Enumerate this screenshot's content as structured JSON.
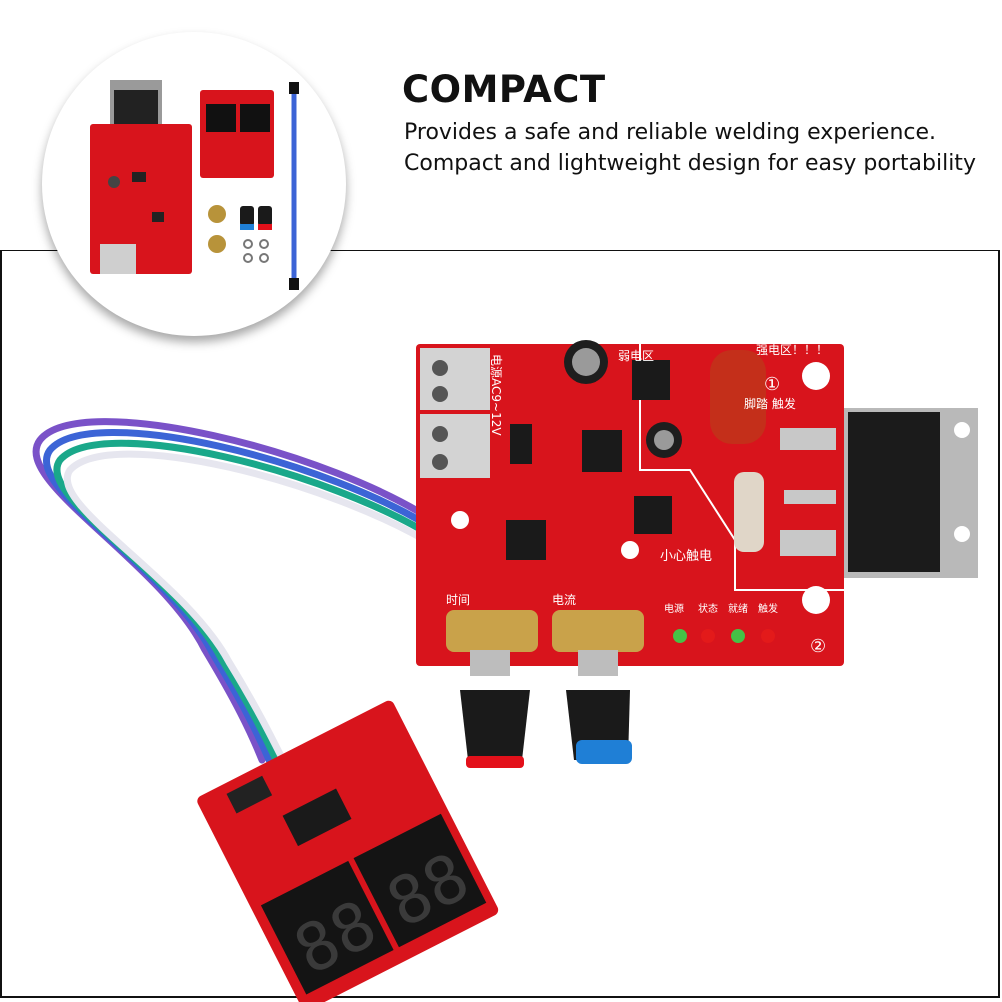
{
  "header": {
    "title": "COMPACT",
    "lines": [
      "Provides a safe and reliable welding experience.",
      "Compact and lightweight design for easy portability"
    ]
  },
  "board": {
    "silk_labels": {
      "power": "电源AC9~12V",
      "weak_zone": "弱电区",
      "strong_zone": "强电区！！！",
      "pedal": "脚踏 触发",
      "caution": "小心触电",
      "time": "时间",
      "current": "电流",
      "led_power": "电源",
      "led_state": "状态",
      "led_ready": "就绪",
      "led_trigger": "触发",
      "mark1": "①",
      "mark2": "②"
    }
  },
  "display": {
    "digits_left": "88",
    "digits_right": "88"
  },
  "colors": {
    "pcb_red": "#d8141c",
    "knob_black": "#1a1a1a",
    "knob_red": "#e3101a",
    "knob_blue": "#1f7fd6",
    "wire_purple": "#7a52c8",
    "wire_blue": "#3c64d6",
    "wire_green": "#1aa88a",
    "wire_white": "#e6e6ef"
  }
}
